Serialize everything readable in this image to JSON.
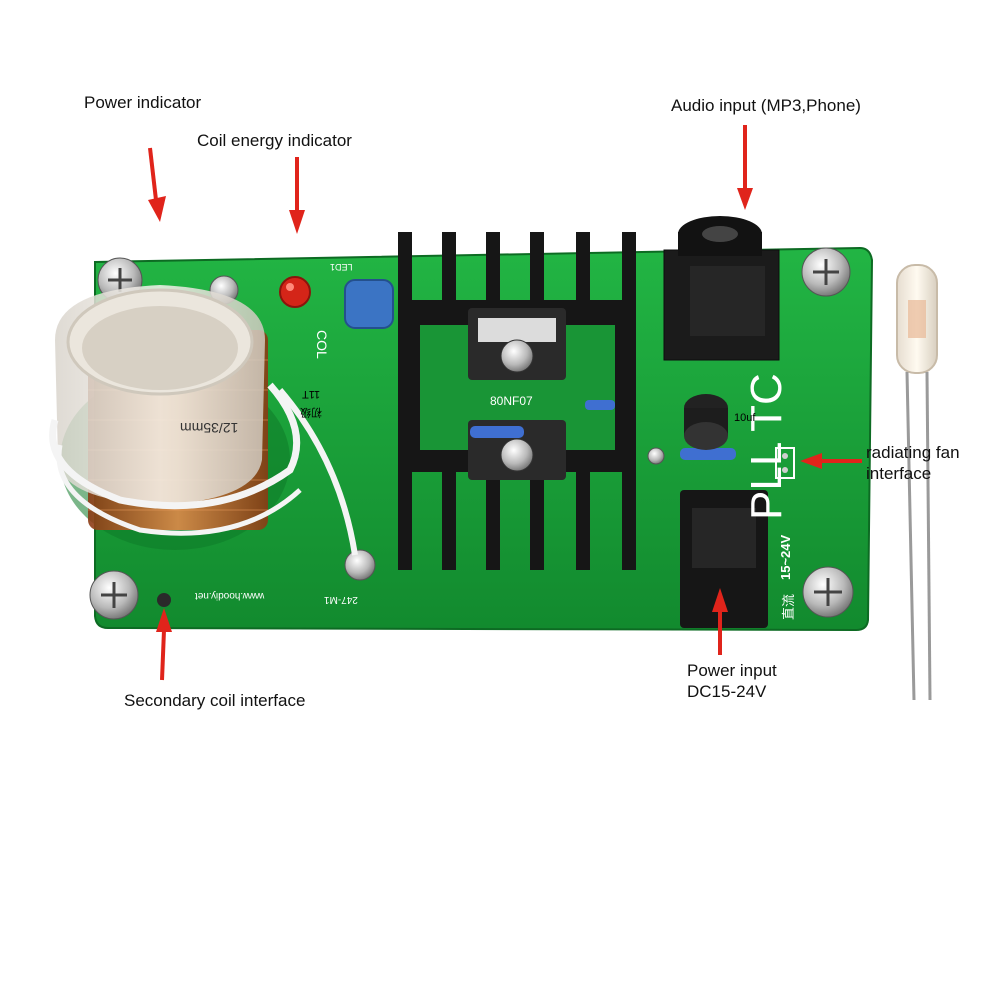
{
  "annotations": {
    "power_indicator": "Power indicator",
    "coil_energy_indicator": "Coil energy indicator",
    "audio_input": "Audio input (MP3,Phone)",
    "radiating_fan": "radiating fan\ninterface",
    "power_input_line1": "Power input",
    "power_input_line2": "DC15-24V",
    "secondary_coil": "Secondary coil interface"
  },
  "board_markings": {
    "pll_tc": "PLL TC",
    "mosfet": "80NF07",
    "cap_value": "10uf",
    "voltage": "15~24V",
    "voltage_cn": "直流",
    "website": "www.hoodiy.net",
    "board_code": "247-M1",
    "led": "LED1",
    "coil_spec": "12/35mm",
    "turns": "11T",
    "primary_cn": "初级",
    "col": "COL"
  },
  "colors": {
    "arrow": "#e0241b",
    "pcb": "#1aa33a",
    "pcb_dark": "#12802b",
    "heatsink": "#1a1a1a",
    "copper": "#c86a2a"
  }
}
